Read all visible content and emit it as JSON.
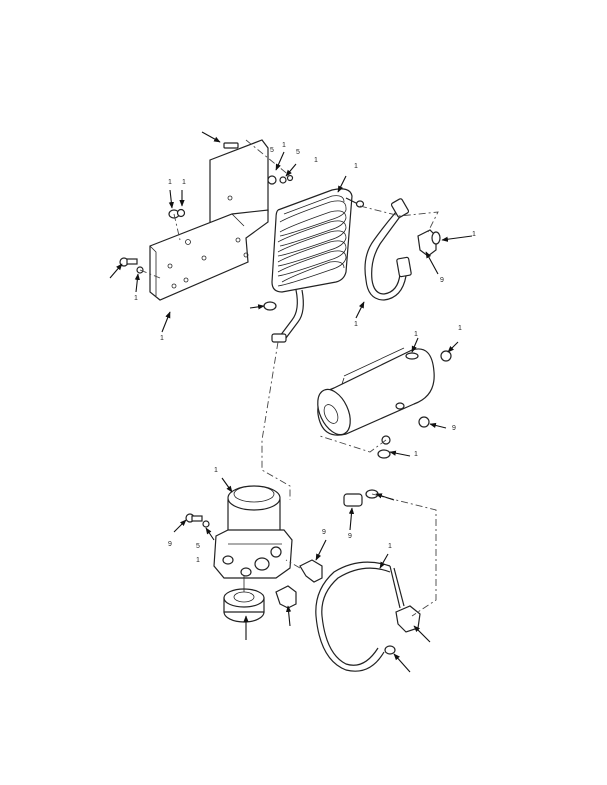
{
  "diagram": {
    "callouts": [
      "1",
      "1",
      "5",
      "1",
      "1",
      "1",
      "1",
      "9",
      "1",
      "1",
      "1",
      "1",
      "9",
      "1",
      "5",
      "1",
      "9",
      "1",
      "9",
      "1",
      "9",
      "5",
      "1"
    ]
  }
}
